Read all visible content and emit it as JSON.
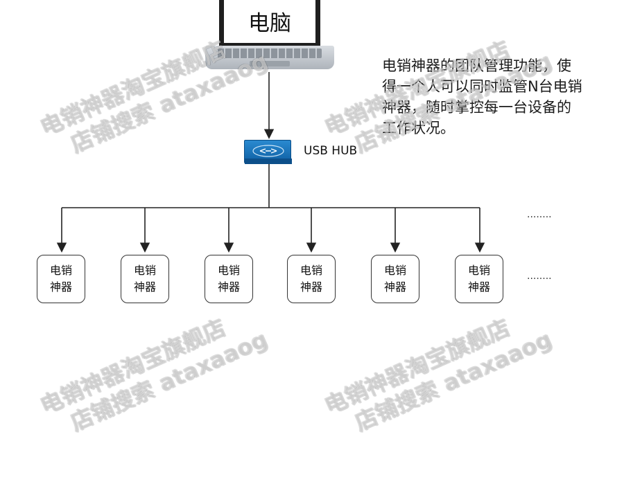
{
  "laptop": {
    "label": "电脑",
    "icon": "laptop-icon"
  },
  "hub": {
    "label": "USB HUB",
    "icon": "usb-hub-icon",
    "color": "#1874bd"
  },
  "description": "电销神器的团队管理功能，使得一个人可以同时监管N台电销神器，随时掌控每一台设备的工作状况。",
  "devices": [
    {
      "line1": "电销",
      "line2": "神器"
    },
    {
      "line1": "电销",
      "line2": "神器"
    },
    {
      "line1": "电销",
      "line2": "神器"
    },
    {
      "line1": "电销",
      "line2": "神器"
    },
    {
      "line1": "电销",
      "line2": "神器"
    },
    {
      "line1": "电销",
      "line2": "神器"
    }
  ],
  "ellipsis_top": "........",
  "ellipsis_bottom": "........",
  "watermark": {
    "line1": "电销神器淘宝旗舰店",
    "line2": "店铺搜索 ataxaaog"
  }
}
